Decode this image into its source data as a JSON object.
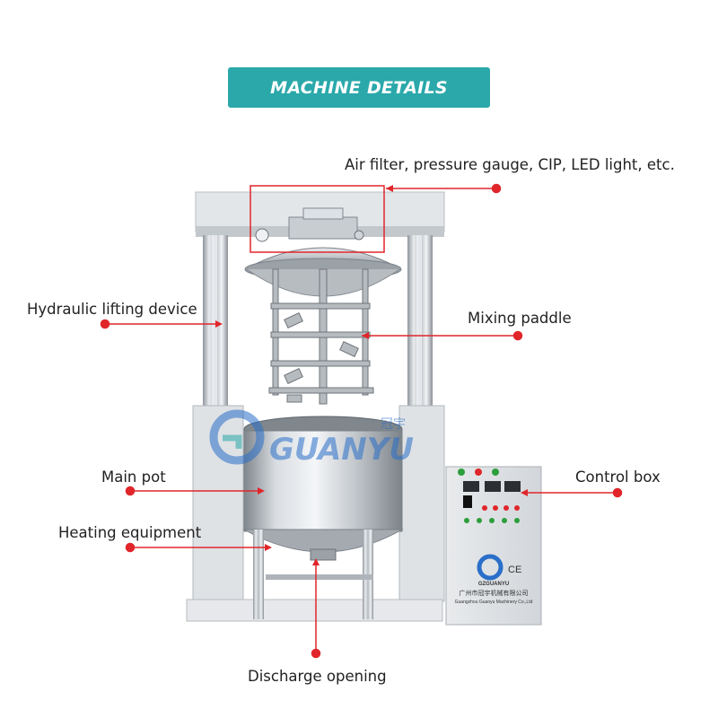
{
  "title": "MACHINE DETAILS",
  "callouts": {
    "air_filter": "Air filter, pressure gauge, CIP, LED light, etc.",
    "hydraulic": "Hydraulic lifting device",
    "mixing_paddle": "Mixing paddle",
    "main_pot": "Main pot",
    "control_box": "Control box",
    "heating": "Heating equipment",
    "discharge": "Discharge opening"
  },
  "brand": {
    "watermark": "GUANYU",
    "watermark_cn": "冠宇",
    "panel_brand": "GZGUANYU",
    "panel_company_cn": "广州市冠宇机械有限公司",
    "panel_company_en": "Guangzhou Guanyu Machinery Co.,Ltd",
    "ce_mark": "CE"
  },
  "colors": {
    "accent": "#2aa8aa",
    "callout": "#e0262b",
    "steel": "#c9ced3",
    "logo_blue": "#2a6fc9"
  }
}
